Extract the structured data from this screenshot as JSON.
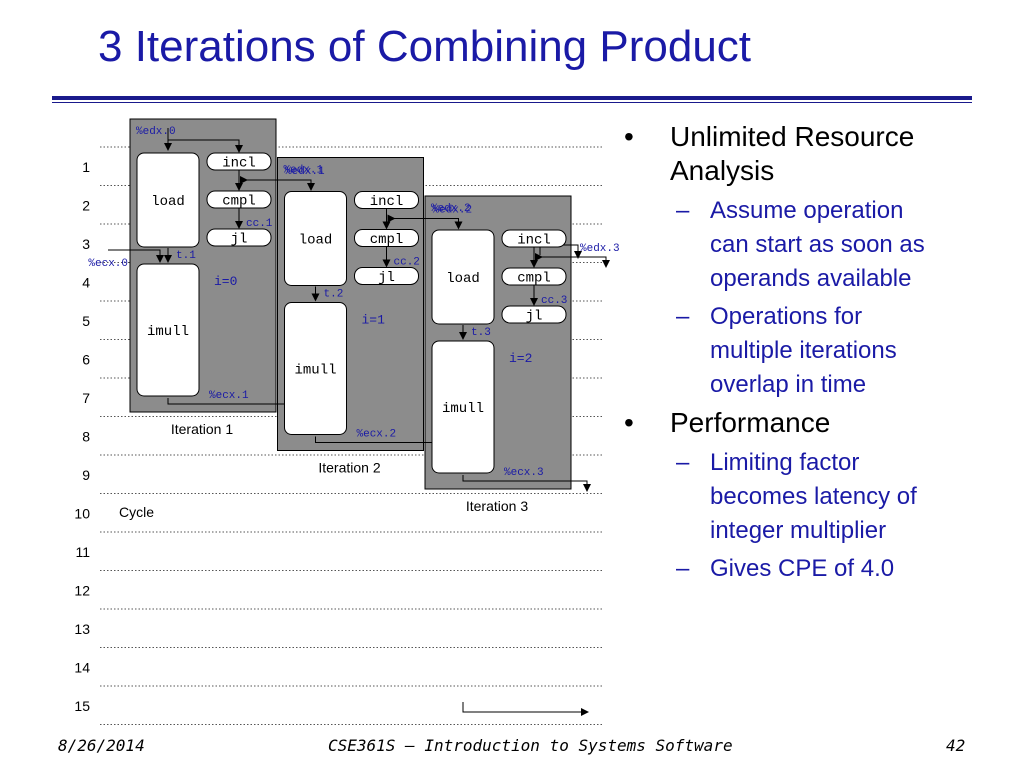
{
  "slide": {
    "title": "3 Iterations of Combining Product",
    "footer": {
      "date": "8/26/2014",
      "course": "CSE361S – Introduction to Systems Software",
      "page": "42"
    }
  },
  "bullets": [
    {
      "text": "Unlimited Resource Analysis",
      "lines": [
        "Unlimited Resource",
        "Analysis"
      ],
      "sub": [
        {
          "lines": [
            "Assume operation",
            "can start as soon as",
            "operands available"
          ]
        },
        {
          "lines": [
            "Operations for",
            "multiple iterations",
            "overlap in time"
          ]
        }
      ]
    },
    {
      "text": "Performance",
      "lines": [
        "Performance"
      ],
      "sub": [
        {
          "lines": [
            "Limiting factor",
            "becomes latency of",
            "integer multiplier"
          ]
        },
        {
          "lines": [
            "Gives CPE of 4.0"
          ]
        }
      ]
    }
  ],
  "diagram": {
    "colors": {
      "panel": "#8c8c8c",
      "box": "#ffffff",
      "text_blue": "#1a1aa6",
      "rule": "#1a1a8c"
    },
    "cycle_label": "Cycle",
    "cycles": [
      "1",
      "2",
      "3",
      "4",
      "5",
      "6",
      "7",
      "8",
      "9",
      "10",
      "11",
      "12",
      "13",
      "14",
      "15"
    ],
    "iterations": [
      {
        "label": "Iteration 1",
        "edx_in": "%edx.0",
        "ecx_in": "%ecx.0",
        "cc": "cc.1",
        "t": "t.1",
        "i": "i=0",
        "ecx_out": "%ecx.1",
        "edx_out": "%edx.1",
        "ops": {
          "load": "load",
          "incl": "incl",
          "cmpl": "cmpl",
          "jl": "jl",
          "imull": "imull"
        }
      },
      {
        "label": "Iteration 2",
        "edx_in": "%edx.1",
        "cc": "cc.2",
        "t": "t.2",
        "i": "i=1",
        "ecx_out": "%ecx.2",
        "edx_out": "%edx.2",
        "ops": {
          "load": "load",
          "incl": "incl",
          "cmpl": "cmpl",
          "jl": "jl",
          "imull": "imull"
        }
      },
      {
        "label": "Iteration 3",
        "edx_in": "%edx.2",
        "cc": "cc.3",
        "t": "t.3",
        "i": "i=2",
        "ecx_out": "%ecx.3",
        "edx_out": "%edx.3",
        "ops": {
          "load": "load",
          "incl": "incl",
          "cmpl": "cmpl",
          "jl": "jl",
          "imull": "imull"
        }
      }
    ]
  }
}
